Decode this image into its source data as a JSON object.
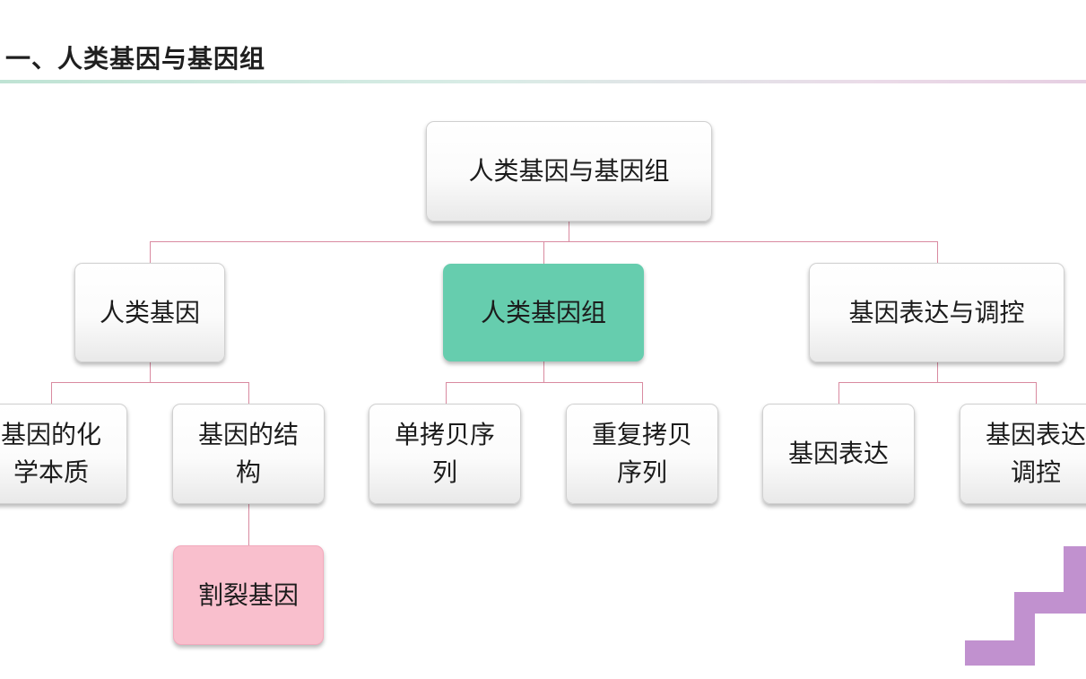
{
  "header": {
    "title": "一、人类基因与基因组"
  },
  "diagram": {
    "root": {
      "label": "人类基因与基因组"
    },
    "human_gene": {
      "label": "人类基因"
    },
    "human_genome": {
      "label": "人类基因组"
    },
    "gene_expression_regulation": {
      "label": "基因表达与调控"
    },
    "chem_nature": {
      "line1": "基因的化",
      "line2": "学本质"
    },
    "gene_structure": {
      "line1": "基因的结",
      "line2": "构"
    },
    "single_copy": {
      "line1": "单拷贝序",
      "line2": "列"
    },
    "repeat_copy": {
      "line1": "重复拷贝",
      "line2": "序列"
    },
    "gene_expression": {
      "label": "基因表达"
    },
    "expression_regulation": {
      "line1": "基因表达",
      "line2": "调控"
    },
    "split_gene": {
      "label": "割裂基因"
    }
  },
  "colors": {
    "highlight_node": "#66cdae",
    "accent_node": "#f9bfcd",
    "connector": "#d98aa0",
    "decoration": "#c191cf"
  }
}
